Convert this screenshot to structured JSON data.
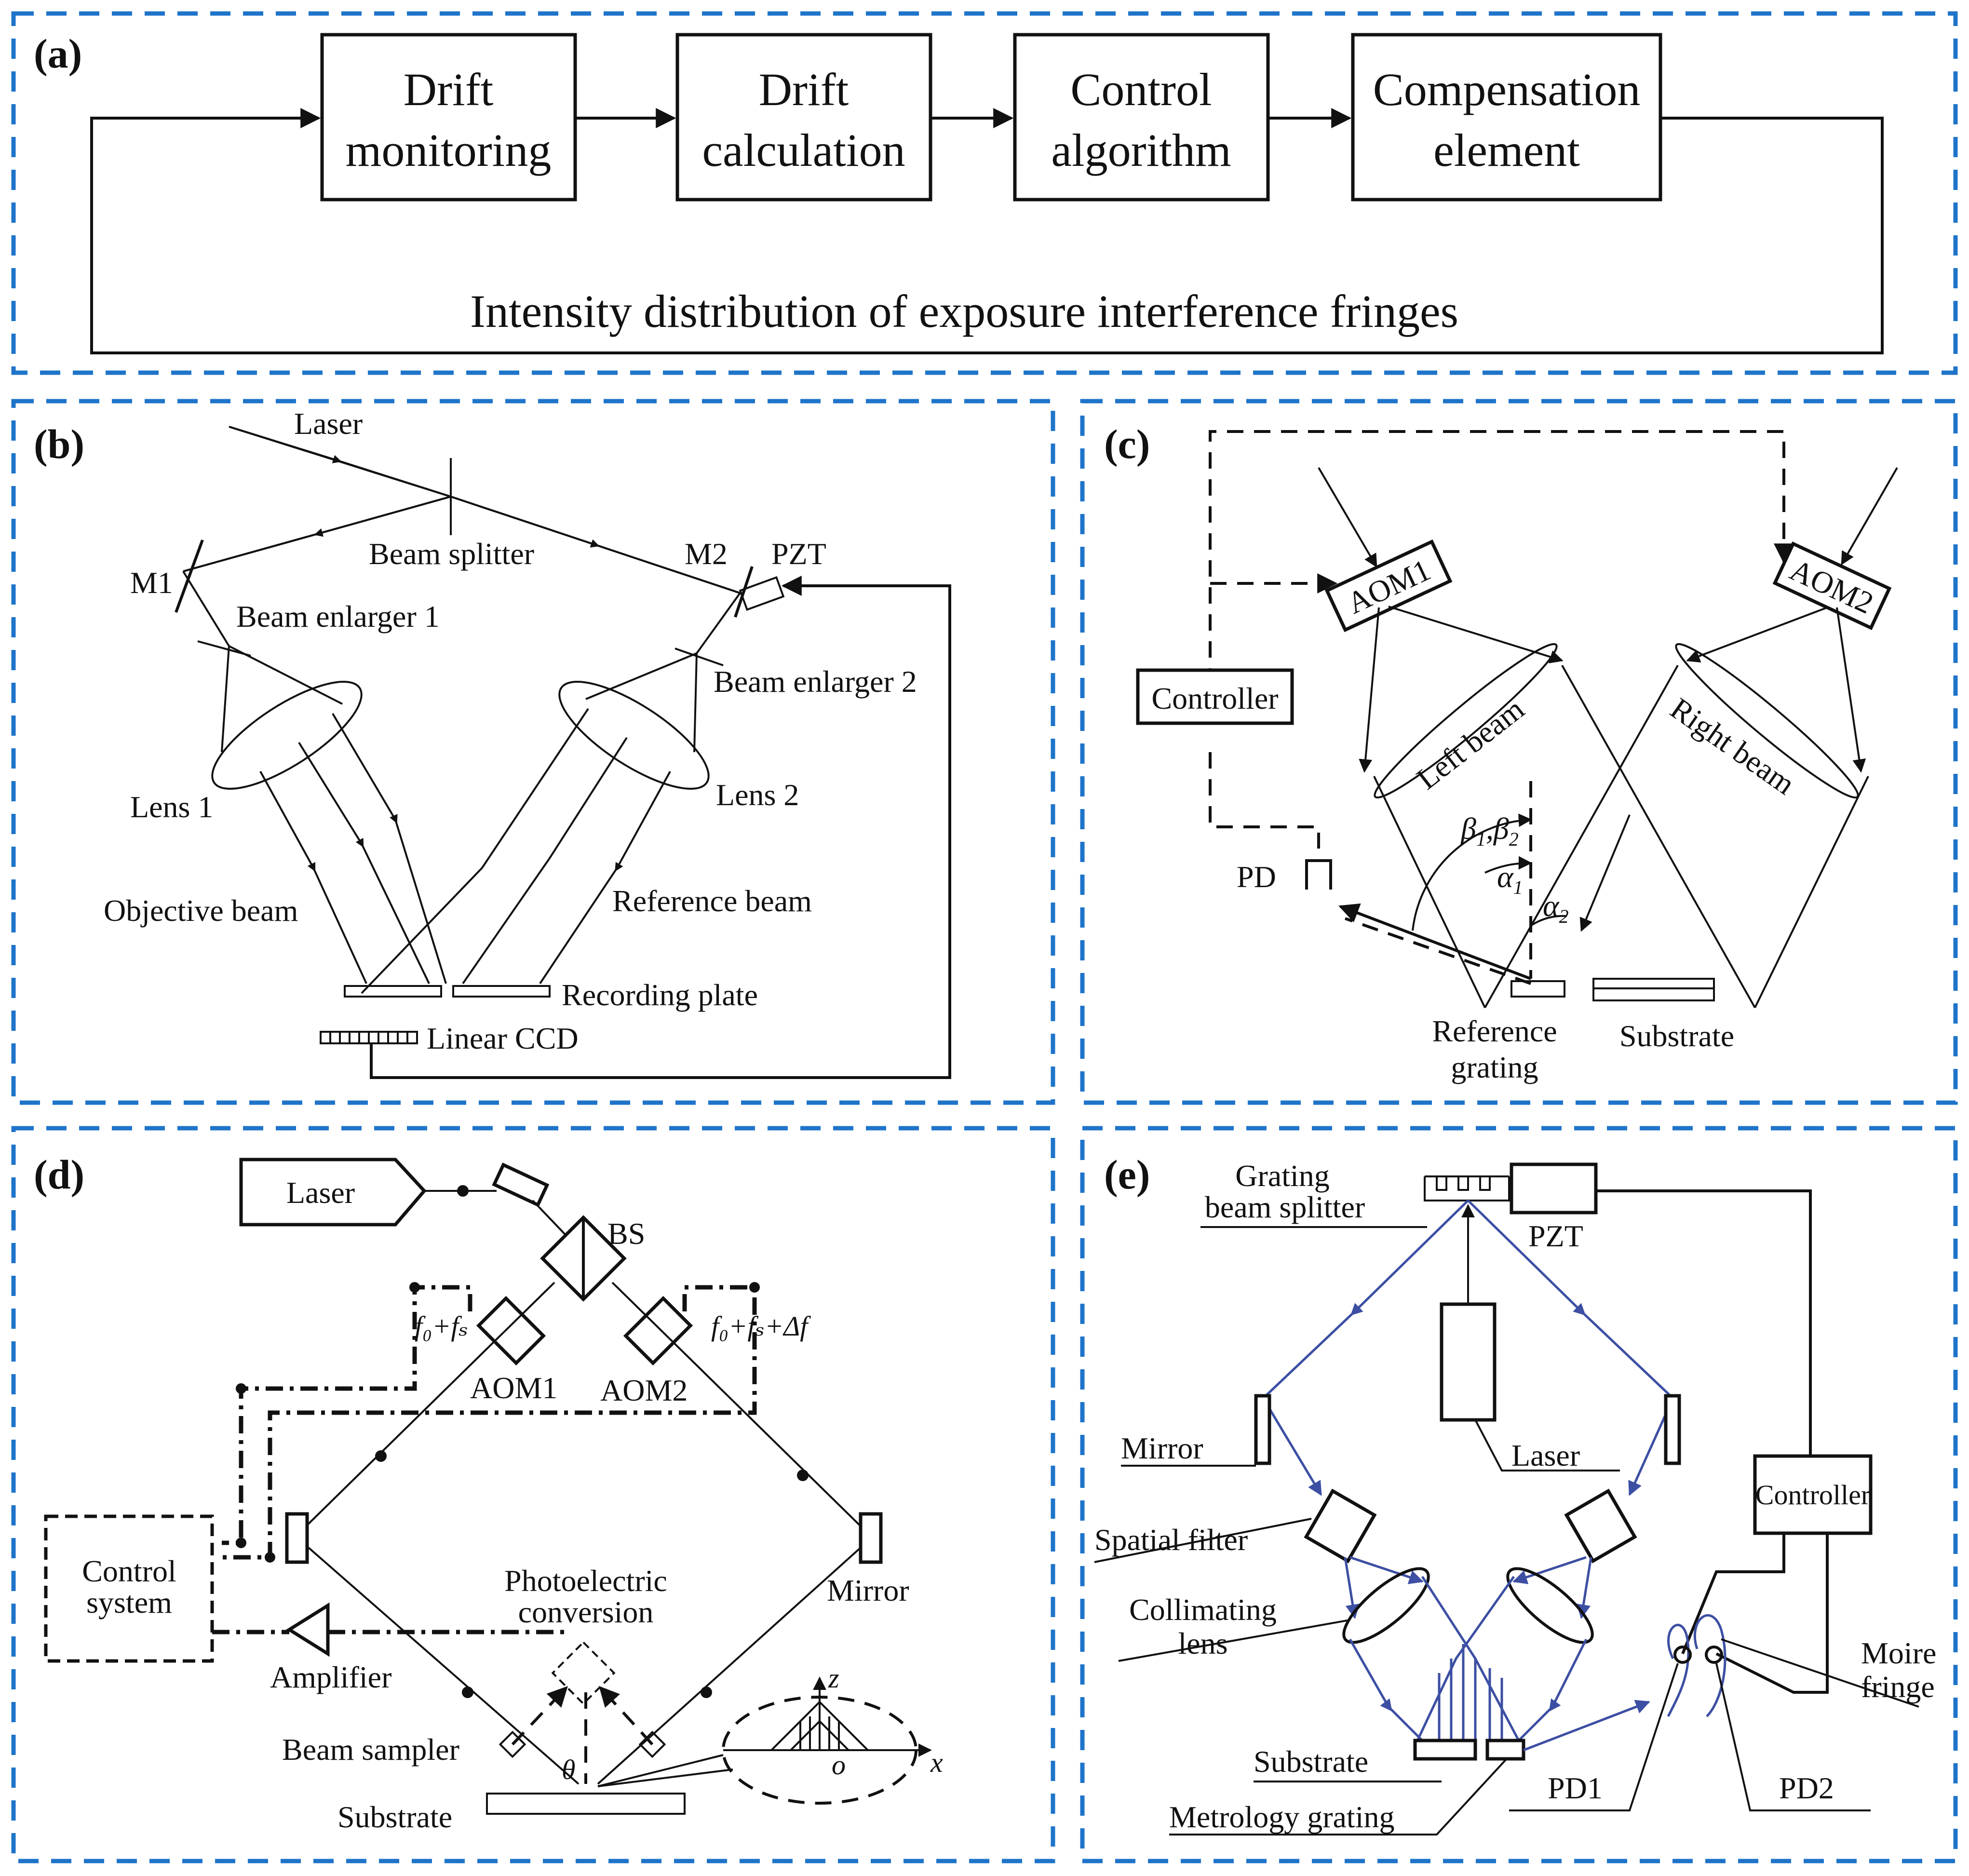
{
  "panels": {
    "a": {
      "letter": "(a)",
      "blocks": [
        {
          "line1": "Drift",
          "line2": "monitoring"
        },
        {
          "line1": "Drift",
          "line2": "calculation"
        },
        {
          "line1": "Control",
          "line2": "algorithm"
        },
        {
          "line1": "Compensation",
          "line2": "element"
        }
      ],
      "feedback_label": "Intensity distribution of exposure interference fringes"
    },
    "b": {
      "letter": "(b)",
      "laser": "Laser",
      "beam_splitter": "Beam splitter",
      "m1": "M1",
      "m2": "M2",
      "pzt": "PZT",
      "beam_enlarger_1": "Beam enlarger 1",
      "beam_enlarger_2": "Beam enlarger 2",
      "lens_1": "Lens 1",
      "lens_2": "Lens 2",
      "objective_beam": "Objective beam",
      "reference_beam": "Reference beam",
      "recording_plate": "Recording plate",
      "linear_ccd": "Linear CCD"
    },
    "c": {
      "letter": "(c)",
      "aom1": "AOM1",
      "aom2": "AOM2",
      "controller": "Controller",
      "left_beam": "Left beam",
      "right_beam": "Right beam",
      "pd": "PD",
      "beta": "β",
      "beta_sub1": "1",
      "beta_sep": ",",
      "beta_sub2": "2",
      "alpha": "α",
      "alpha_sub1": "1",
      "alpha_sub2": "2",
      "reference_grating_1": "Reference",
      "reference_grating_2": "grating",
      "substrate": "Substrate"
    },
    "d": {
      "letter": "(d)",
      "laser": "Laser",
      "bs": "BS",
      "aom1": "AOM1",
      "aom2": "AOM2",
      "freq1": "f₀+fₛ",
      "freq2": "f₀+fₛ+Δf",
      "control_system_1": "Control",
      "control_system_2": "system",
      "mirror": "Mirror",
      "photoelectric_1": "Photoelectric",
      "photoelectric_2": "conversion",
      "amplifier": "Amplifier",
      "beam_sampler": "Beam sampler",
      "substrate": "Substrate",
      "theta": "θ",
      "axis_z": "z",
      "axis_x": "x",
      "origin": "o"
    },
    "e": {
      "letter": "(e)",
      "grating_bs_1": "Grating",
      "grating_bs_2": "beam splitter",
      "pzt": "PZT",
      "mirror": "Mirror",
      "laser": "Laser",
      "controller": "Controller",
      "spatial_filter": "Spatial filter",
      "collimating_1": "Collimating",
      "collimating_2": "lens",
      "moire_1": "Moire",
      "moire_2": "fringe",
      "substrate": "Substrate",
      "metrology_grating": "Metrology grating",
      "pd1": "PD1",
      "pd2": "PD2"
    }
  },
  "colors": {
    "panel_border": "#1f74c9",
    "beam_blue": "#3c4fa3",
    "ink": "#111111"
  }
}
